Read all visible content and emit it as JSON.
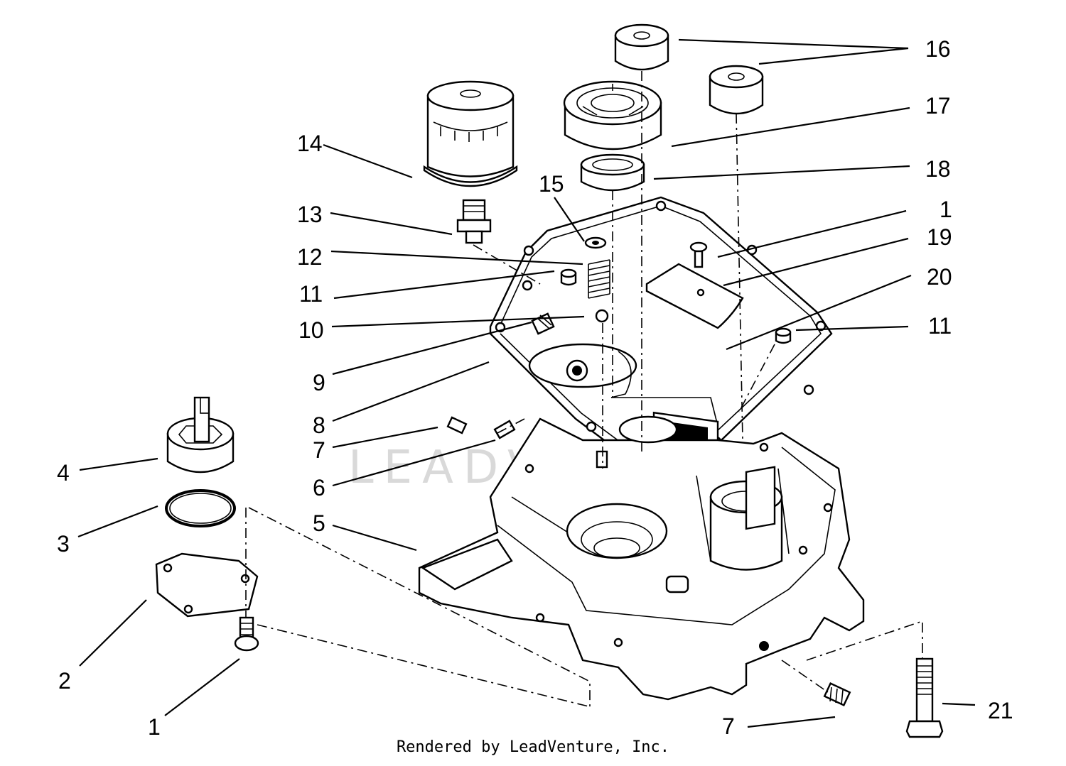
{
  "watermark": "LEADVENTURE",
  "credit": "Rendered by LeadVenture, Inc.",
  "callouts": [
    {
      "id": "callout-16",
      "text": "16"
    },
    {
      "id": "callout-17",
      "text": "17"
    },
    {
      "id": "callout-18",
      "text": "18"
    },
    {
      "id": "callout-1-top",
      "text": "1"
    },
    {
      "id": "callout-19",
      "text": "19"
    },
    {
      "id": "callout-20",
      "text": "20"
    },
    {
      "id": "callout-11-right",
      "text": "11"
    },
    {
      "id": "callout-14",
      "text": "14"
    },
    {
      "id": "callout-15",
      "text": "15"
    },
    {
      "id": "callout-13",
      "text": "13"
    },
    {
      "id": "callout-12",
      "text": "12"
    },
    {
      "id": "callout-11-left",
      "text": "11"
    },
    {
      "id": "callout-10",
      "text": "10"
    },
    {
      "id": "callout-9",
      "text": "9"
    },
    {
      "id": "callout-8",
      "text": "8"
    },
    {
      "id": "callout-7-mid",
      "text": "7"
    },
    {
      "id": "callout-6",
      "text": "6"
    },
    {
      "id": "callout-5",
      "text": "5"
    },
    {
      "id": "callout-4",
      "text": "4"
    },
    {
      "id": "callout-3",
      "text": "3"
    },
    {
      "id": "callout-2",
      "text": "2"
    },
    {
      "id": "callout-1-bottom",
      "text": "1"
    },
    {
      "id": "callout-7-bottom",
      "text": "7"
    },
    {
      "id": "callout-21",
      "text": "21"
    }
  ]
}
